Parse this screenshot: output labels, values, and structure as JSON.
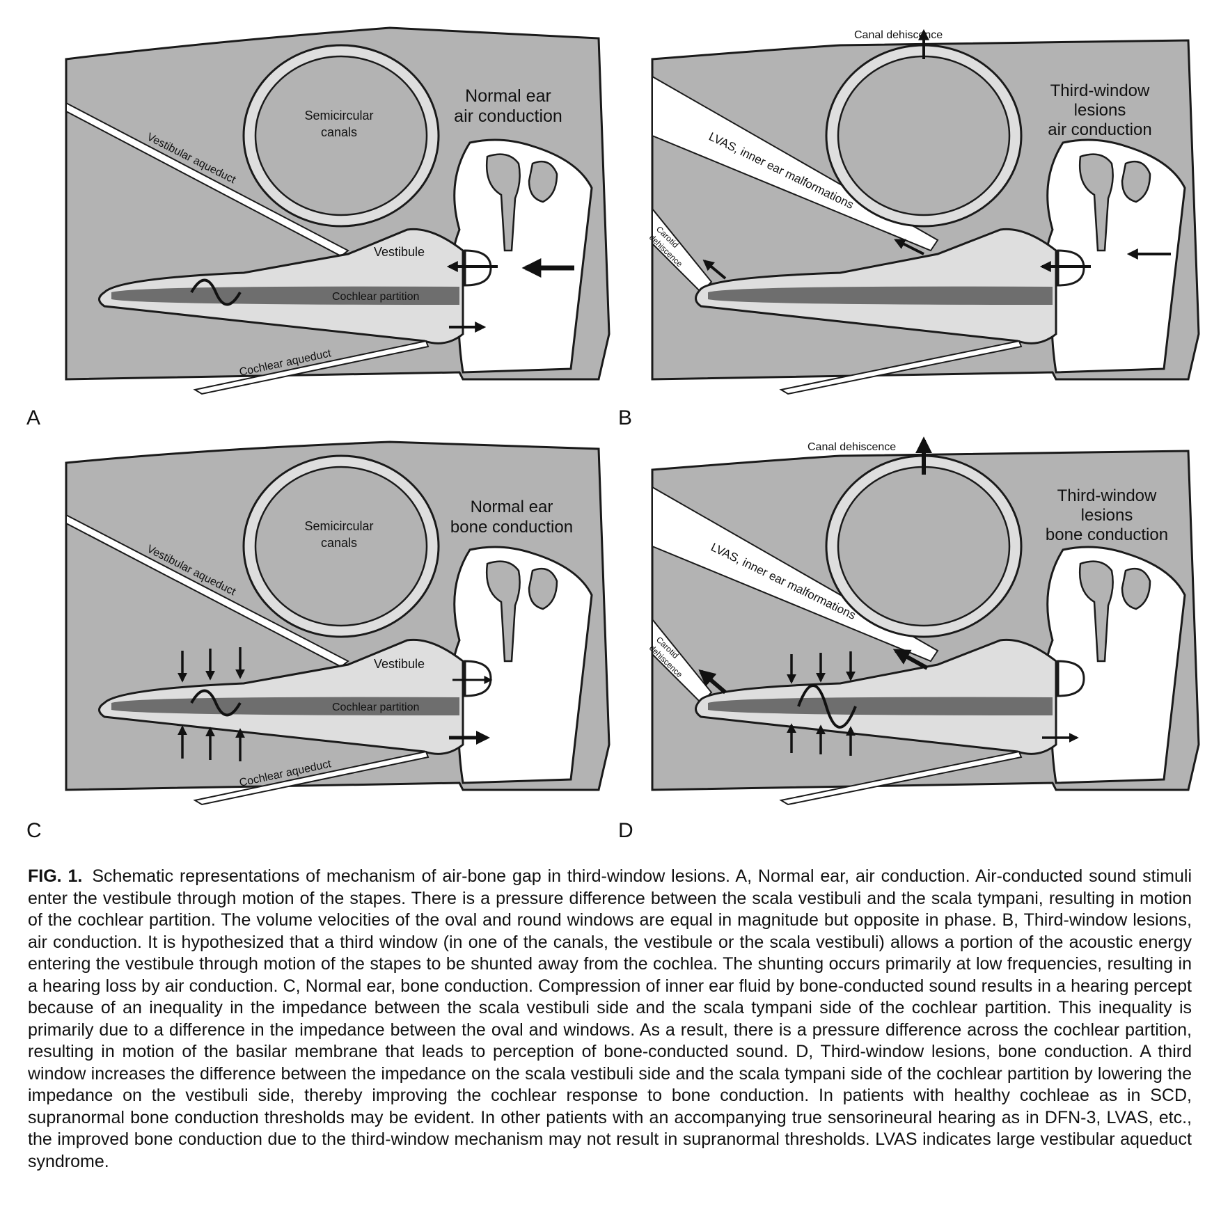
{
  "panels": {
    "A": {
      "letter": "A",
      "title_line1": "Normal ear",
      "title_line2": "air conduction",
      "semicircular_line1": "Semicircular",
      "semicircular_line2": "canals",
      "vestibular_aqueduct": "Vestibular aqueduct",
      "vestibule": "Vestibule",
      "cochlear_partition": "Cochlear partition",
      "cochlear_aqueduct": "Cochlear aqueduct"
    },
    "B": {
      "letter": "B",
      "title_line1": "Third-window",
      "title_line2": "lesions",
      "title_line3": "air conduction",
      "canal_dehiscence": "Canal dehiscence",
      "lvas": "LVAS, inner ear malformations",
      "carotid_line1": "Carotid",
      "carotid_line2": "dehiscence"
    },
    "C": {
      "letter": "C",
      "title_line1": "Normal ear",
      "title_line2": "bone conduction",
      "semicircular_line1": "Semicircular",
      "semicircular_line2": "canals",
      "vestibular_aqueduct": "Vestibular aqueduct",
      "vestibule": "Vestibule",
      "cochlear_partition": "Cochlear partition",
      "cochlear_aqueduct": "Cochlear aqueduct"
    },
    "D": {
      "letter": "D",
      "title_line1": "Third-window",
      "title_line2": "lesions",
      "title_line3": "bone conduction",
      "canal_dehiscence": "Canal dehiscence",
      "lvas": "LVAS, inner ear malformations",
      "carotid_line1": "Carotid",
      "carotid_line2": "dehiscence"
    }
  },
  "caption": {
    "label": "FIG. 1.",
    "text": "Schematic representations of mechanism of air-bone gap in third-window lesions. A, Normal ear, air conduction. Air-conducted sound stimuli enter the vestibule through motion of the stapes. There is a pressure difference between the scala vestibuli and the scala tympani, resulting in motion of the cochlear partition. The volume velocities of the oval and round windows are equal in magnitude but opposite in phase. B, Third-window lesions, air conduction. It is hypothesized that a third window (in one of the canals, the vestibule or the scala vestibuli) allows a portion of the acoustic energy entering the vestibule through motion of the stapes to be shunted away from the cochlea. The shunting occurs primarily at low frequencies, resulting in a hearing loss by air conduction. C, Normal ear, bone conduction. Compression of inner ear fluid by bone-conducted sound results in a hearing percept because of an inequality in the impedance between the scala vestibuli side and the scala tympani side of the cochlear partition. This inequality is primarily due to a difference in the impedance between the oval and windows. As a result, there is a pressure difference across the cochlear partition, resulting in motion of the basilar membrane that leads to perception of bone-conducted sound. D, Third-window lesions, bone conduction. A third window increases the difference between the impedance on the scala vestibuli side and the scala tympani side of the cochlear partition by lowering the impedance on the vestibuli side, thereby improving the cochlear response to bone conduction. In patients with healthy cochleae as in SCD, supranormal bone conduction thresholds may be evident. In other patients with an accompanying true sensorineural hearing as in DFN-3, LVAS, etc., the improved bone conduction due to the third-window mechanism may not result in supranormal thresholds. LVAS indicates large vestibular aqueduct syndrome."
  },
  "colors": {
    "bone": "#b3b3b3",
    "fluid": "#dedede",
    "partition": "#6e6e6e",
    "outline": "#1a1a1a"
  }
}
